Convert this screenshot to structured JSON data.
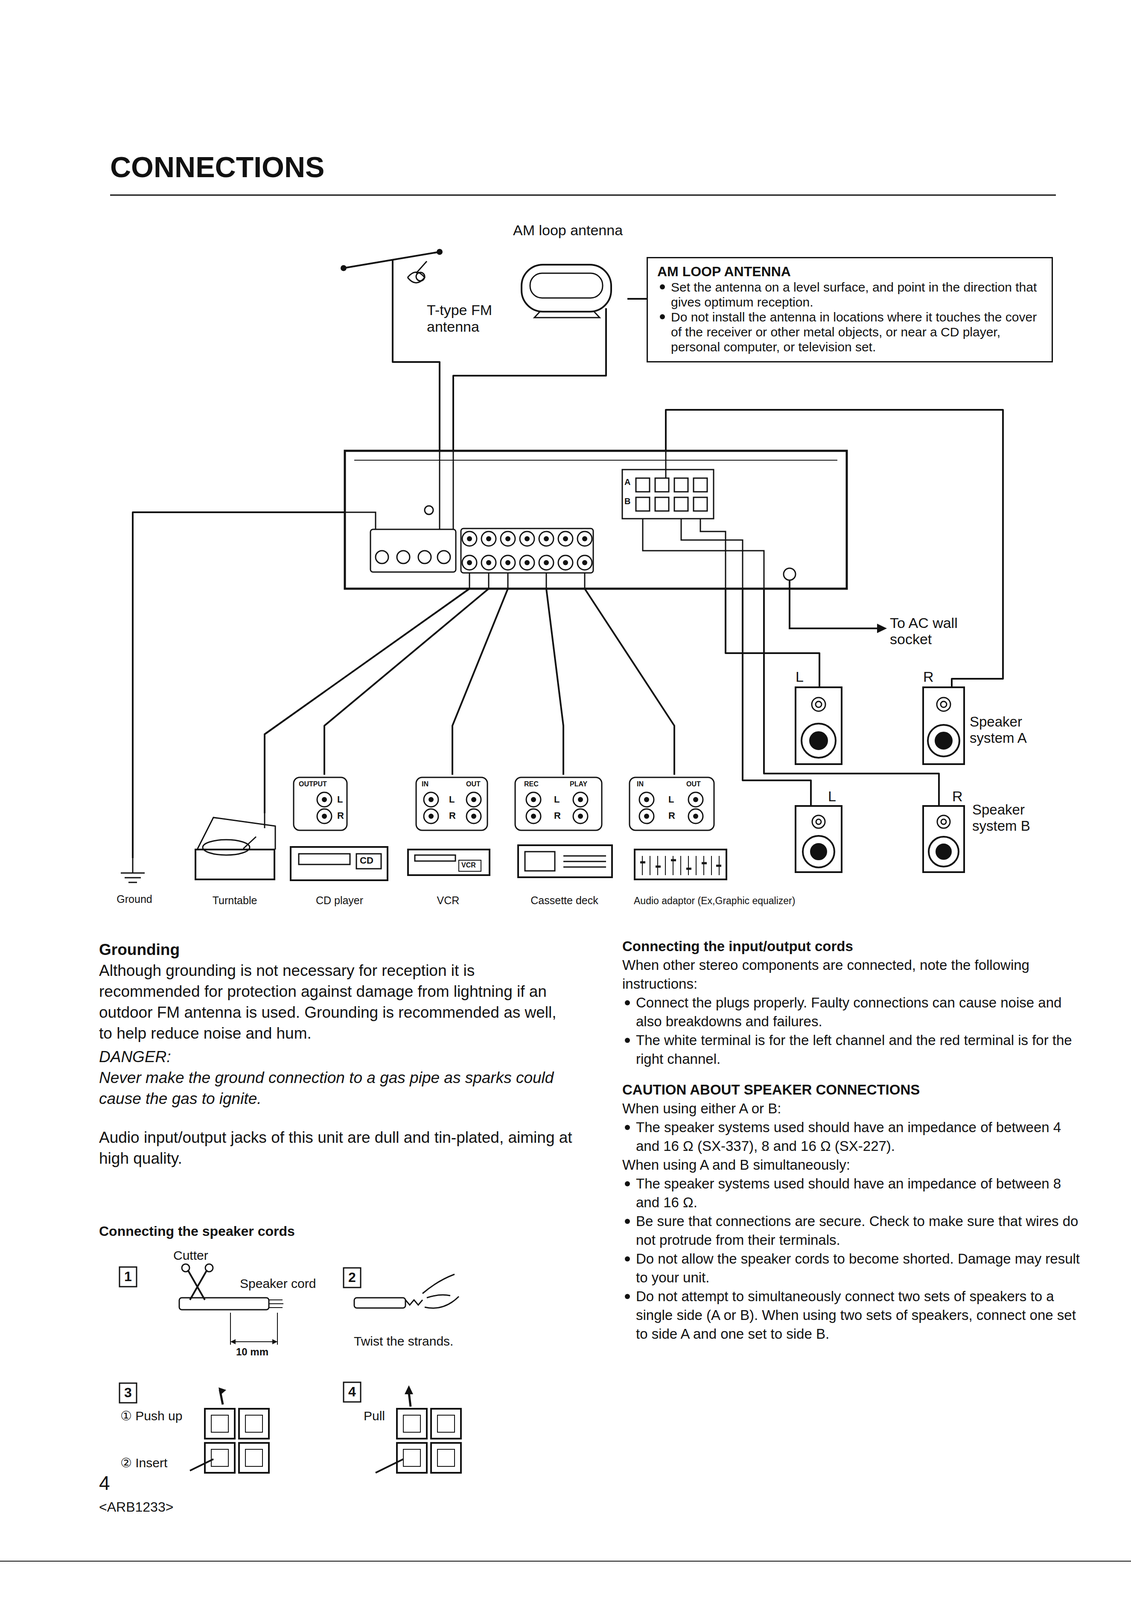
{
  "diagram": {
    "title": "CONNECTIONS",
    "nodes": [
      {
        "text": [
          "T-type FM antenna"
        ]
      },
      {
        "text": [
          "AM loop antenna"
        ]
      },
      {
        "text": [
          "AM LOOP ANTENNA",
          "Set the antenna on a level surface, and point in the direction that gives optimum reception.",
          "Do not install the antenna in locations where it touches the cover of the receiver or other metal objects, or near a CD player, personal computer, or television set."
        ]
      },
      {
        "text": [
          "A",
          "B"
        ]
      },
      {
        "text": [
          "Ground"
        ]
      },
      {
        "text": [
          "Turntable"
        ]
      },
      {
        "text": [
          "CD player"
        ]
      },
      {
        "text": [
          "VCR"
        ]
      },
      {
        "text": [
          "Cassette deck"
        ]
      },
      {
        "text": [
          "Audio adaptor (Ex,Graphic equalizer)"
        ]
      },
      {
        "text": [
          "L"
        ]
      },
      {
        "text": [
          "R"
        ]
      },
      {
        "text": [
          "L"
        ]
      },
      {
        "text": [
          "R"
        ]
      }
    ],
    "edges": [
      {
        "from": 0,
        "to": 3,
        "arrow": "none"
      },
      {
        "from": 1,
        "to": 3,
        "arrow": "none"
      },
      {
        "from": 2,
        "to": 1,
        "arrow": "none"
      },
      {
        "from": 4,
        "to": 3,
        "arrow": "none"
      },
      {
        "from": 5,
        "to": 3,
        "arrow": "none"
      },
      {
        "from": 6,
        "to": 3,
        "arrow": "none"
      },
      {
        "from": 7,
        "to": 3,
        "arrow": "none"
      },
      {
        "from": 8,
        "to": 3,
        "arrow": "none"
      },
      {
        "from": 9,
        "to": 3,
        "arrow": "none"
      },
      {
        "from": 3,
        "to": 10,
        "arrow": "none"
      },
      {
        "from": 3,
        "to": 11,
        "arrow": "none"
      },
      {
        "from": 3,
        "to": 12,
        "arrow": "none"
      },
      {
        "from": 3,
        "to": 13,
        "arrow": "none"
      }
    ],
    "labels": [
      "To AC wall socket",
      "Speaker system A",
      "Speaker system B",
      "OUTPUT",
      "L",
      "R",
      "IN",
      "OUT",
      "L",
      "R",
      "REC",
      "PLAY",
      "L",
      "R",
      "IN",
      "OUT",
      "L",
      "R",
      "CD",
      "VCR",
      "Grounding",
      "Although grounding is not necessary for reception it is recommended for protection against damage from lightning if an outdoor FM antenna is used. Grounding is recommended as well, to help reduce noise and hum.",
      "DANGER:",
      "Never make the ground connection to a gas pipe as sparks could cause the gas to ignite.",
      "Audio input/output jacks of this unit are dull and tin-plated, aiming at high quality.",
      "Connecting the speaker cords",
      "1",
      "Cutter",
      "Speaker cord",
      "10 mm",
      "2",
      "Twist the strands.",
      "3",
      "① Push up",
      "② Insert",
      "4",
      "Pull",
      "4",
      "<ARB1233>",
      "Connecting the input/output cords",
      "When other stereo components are connected, note the following instructions:",
      "Connect the plugs properly. Faulty connections can cause noise and also breakdowns and failures.",
      "The white terminal is for the left channel and the red terminal is for the right channel.",
      "CAUTION ABOUT SPEAKER CONNECTIONS",
      "When using either A or B:",
      "The speaker systems used should have an impedance of between 4 and 16 Ω (SX-337), 8 and 16 Ω (SX-227).",
      "When using A and B simultaneously:",
      "The speaker systems used should have an impedance of between 8 and 16 Ω.",
      "Be sure that connections are secure. Check to make sure that wires do not protrude from their terminals.",
      "Do not allow the speaker cords to become shorted. Damage may result to your unit.",
      "Do not attempt to simultaneously connect two sets of speakers to a single side (A or B). When using two sets of speakers, connect one set to side A and one set to side B."
    ]
  }
}
